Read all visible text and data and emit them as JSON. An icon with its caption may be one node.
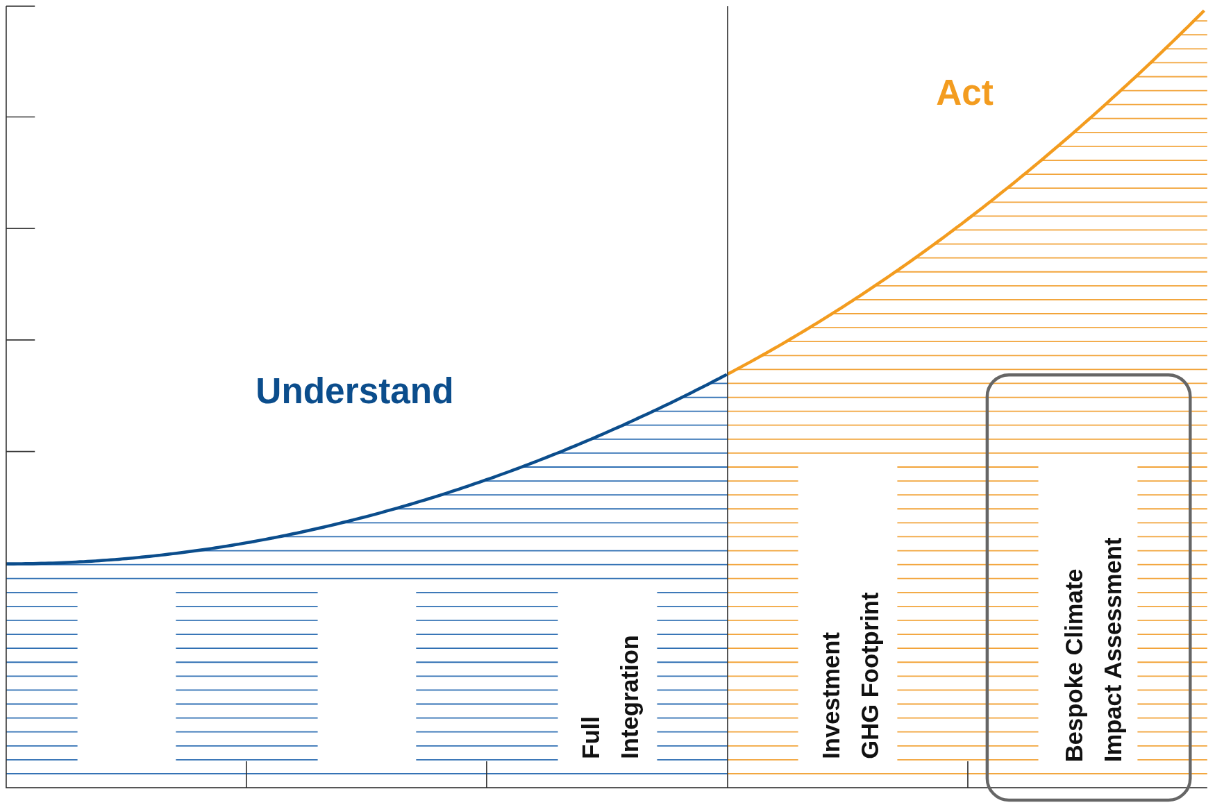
{
  "diagram": {
    "nodes": [
      {
        "text": [
          "Bespoke Climate Impact Assessment"
        ]
      }
    ],
    "labels": [
      "Act",
      "Understand",
      "Full Integration",
      "Investment GHG Footprint"
    ]
  }
}
